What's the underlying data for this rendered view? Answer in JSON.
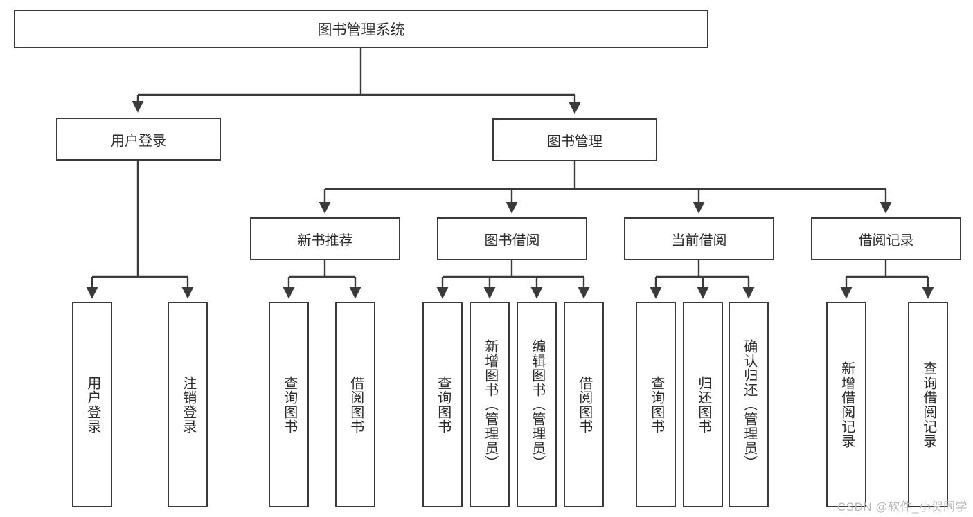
{
  "diagram": {
    "title": "图书管理系统",
    "type": "hierarchy-tree",
    "root": {
      "id": "root",
      "label": "图书管理系统"
    },
    "level2": [
      {
        "id": "login",
        "label": "用户登录"
      },
      {
        "id": "bookmgmt",
        "label": "图书管理"
      }
    ],
    "level3": [
      {
        "id": "newbook",
        "label": "新书推荐",
        "parent": "bookmgmt"
      },
      {
        "id": "borrow",
        "label": "图书借阅",
        "parent": "bookmgmt"
      },
      {
        "id": "current",
        "label": "当前借阅",
        "parent": "bookmgmt"
      },
      {
        "id": "record",
        "label": "借阅记录",
        "parent": "bookmgmt"
      }
    ],
    "leaves": [
      {
        "id": "leaf-user-login",
        "label": "用户登录",
        "parent": "login"
      },
      {
        "id": "leaf-user-logout",
        "label": "注销登录",
        "parent": "login"
      },
      {
        "id": "leaf-query-book-1",
        "label": "查询图书",
        "parent": "newbook"
      },
      {
        "id": "leaf-borrow-book-1",
        "label": "借阅图书",
        "parent": "newbook"
      },
      {
        "id": "leaf-query-book-2",
        "label": "查询图书",
        "parent": "borrow"
      },
      {
        "id": "leaf-add-book",
        "label": "新增图书（管理员）",
        "parent": "borrow"
      },
      {
        "id": "leaf-edit-book",
        "label": "编辑图书（管理员）",
        "parent": "borrow"
      },
      {
        "id": "leaf-borrow-book-2",
        "label": "借阅图书",
        "parent": "borrow"
      },
      {
        "id": "leaf-query-book-3",
        "label": "查询图书",
        "parent": "current"
      },
      {
        "id": "leaf-return-book",
        "label": "归还图书",
        "parent": "current"
      },
      {
        "id": "leaf-confirm-return",
        "label": "确认归还（管理员）",
        "parent": "current"
      },
      {
        "id": "leaf-add-record",
        "label": "新增借阅记录",
        "parent": "record"
      },
      {
        "id": "leaf-query-record",
        "label": "查询借阅记录",
        "parent": "record"
      }
    ],
    "watermark": "CSDN @软件_小贺同学",
    "colors": {
      "stroke": "#3a3a3a",
      "fill": "#ffffff",
      "text": "#2b2b2b",
      "watermark": "#b8b8b8"
    }
  }
}
